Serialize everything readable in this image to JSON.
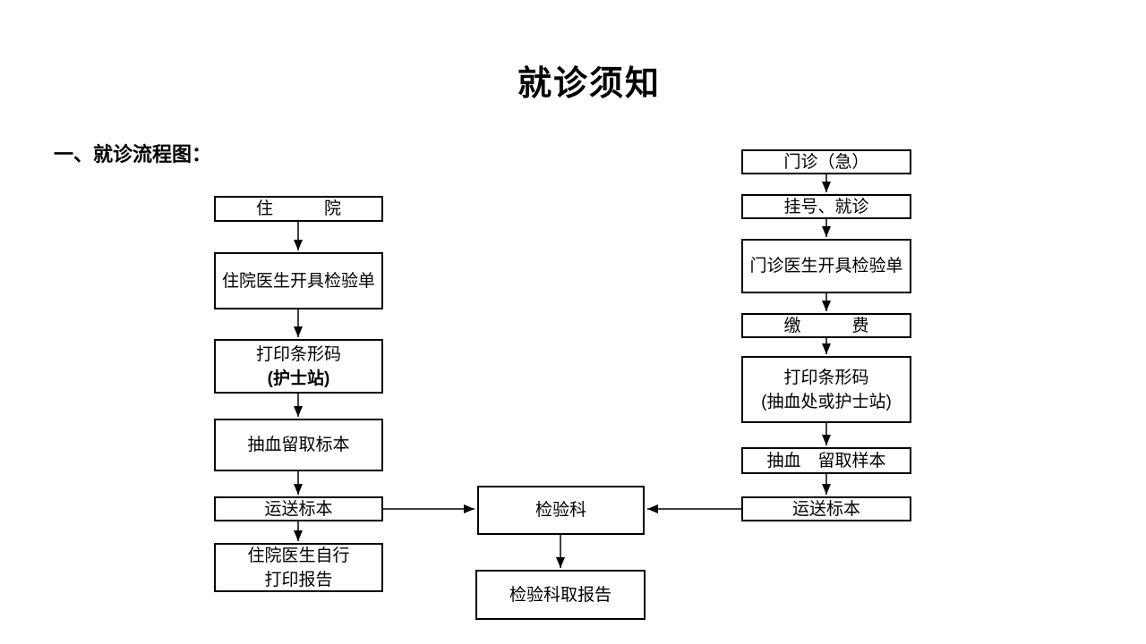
{
  "page": {
    "title": "就诊须知",
    "section_heading": "一、就诊流程图："
  },
  "flowchart": {
    "left": [
      {
        "lines": [
          "住　　　院"
        ]
      },
      {
        "lines": [
          "住院医生开具检验单"
        ]
      },
      {
        "lines": [
          "打印条形码",
          "(护士站)"
        ]
      },
      {
        "lines": [
          "抽血留取标本"
        ]
      },
      {
        "lines": [
          "运送标本"
        ]
      },
      {
        "lines": [
          "住院医生自行",
          "打印报告"
        ]
      }
    ],
    "right": [
      {
        "lines": [
          "门诊（急）"
        ]
      },
      {
        "lines": [
          "挂号、就诊"
        ]
      },
      {
        "lines": [
          "门诊医生开具检验单"
        ]
      },
      {
        "lines": [
          "缴　　　费"
        ]
      },
      {
        "lines": [
          "打印条形码",
          "(抽血处或护士站)"
        ]
      },
      {
        "lines": [
          "抽血　留取样本"
        ]
      },
      {
        "lines": [
          "运送标本"
        ]
      }
    ],
    "center": [
      {
        "lines": [
          "检验科"
        ]
      },
      {
        "lines": [
          "检验科取报告"
        ]
      }
    ]
  },
  "colors": {
    "ink": "#000000",
    "background": "#ffffff"
  }
}
